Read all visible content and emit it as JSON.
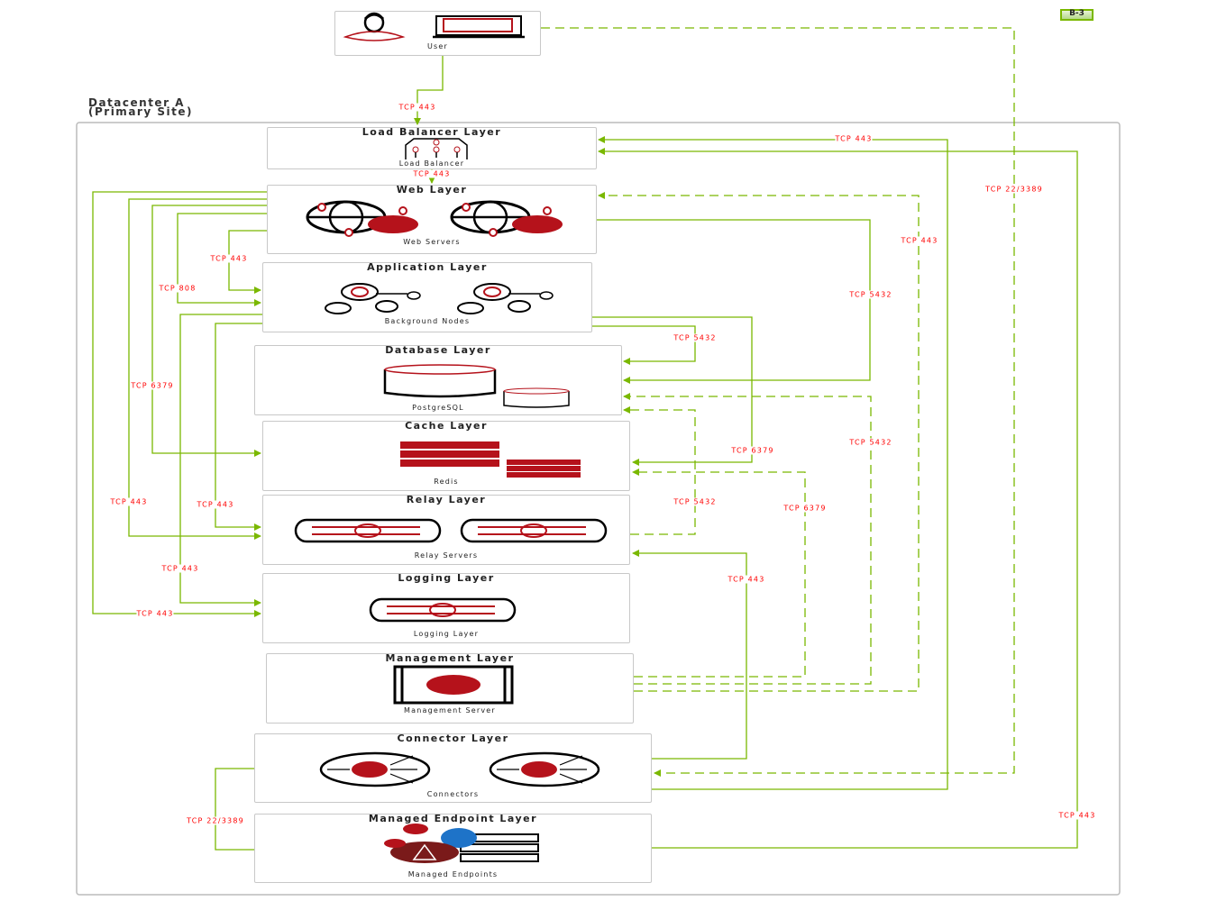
{
  "badge": "B-3",
  "user": {
    "caption": "User"
  },
  "datacenter": {
    "title_line1": "Datacenter A",
    "title_line2": "(Primary Site)"
  },
  "layers": {
    "load_balancer": {
      "title": "Load Balancer Layer",
      "caption": "Load Balancer"
    },
    "web": {
      "title": "Web Layer",
      "caption": "Web Servers"
    },
    "application": {
      "title": "Application Layer",
      "caption": "Background Nodes"
    },
    "database": {
      "title": "Database Layer",
      "caption": "PostgreSQL"
    },
    "cache": {
      "title": "Cache Layer",
      "caption": "Redis"
    },
    "relay": {
      "title": "Relay Layer",
      "caption": "Relay Servers"
    },
    "logging": {
      "title": "Logging Layer",
      "caption": "Logging Layer"
    },
    "management": {
      "title": "Management Layer",
      "caption": "Management Server"
    },
    "connector": {
      "title": "Connector Layer",
      "caption": "Connectors"
    },
    "endpoint": {
      "title": "Managed Endpoint Layer",
      "caption": "Managed Endpoints"
    }
  },
  "connections": [
    {
      "label": "TCP 443",
      "from": "User",
      "to": "Load Balancer Layer",
      "style": "solid"
    },
    {
      "label": "TCP 443",
      "from": "Load Balancer Layer",
      "to": "Web Layer",
      "style": "solid"
    },
    {
      "label": "TCP 443",
      "from": "Connector Layer",
      "to": "Load Balancer Layer",
      "style": "solid"
    },
    {
      "label": "TCP 22/3389",
      "from": "User",
      "to": "Connector Layer",
      "style": "dashed"
    },
    {
      "label": "TCP 443",
      "from": "Management Layer",
      "to": "Web Layer",
      "style": "dashed"
    },
    {
      "label": "TCP 443",
      "from": "Web Layer",
      "to": "Application Layer",
      "style": "solid"
    },
    {
      "label": "TCP 808",
      "from": "Web Layer",
      "to": "Application Layer",
      "style": "solid"
    },
    {
      "label": "TCP 5432",
      "from": "Web Layer",
      "to": "Database Layer",
      "style": "solid"
    },
    {
      "label": "TCP 5432",
      "from": "Application Layer",
      "to": "Database Layer",
      "style": "solid"
    },
    {
      "label": "TCP 6379",
      "from": "Web Layer",
      "to": "Cache Layer",
      "style": "solid"
    },
    {
      "label": "TCP 6379",
      "from": "Application Layer",
      "to": "Cache Layer",
      "style": "solid"
    },
    {
      "label": "TCP 5432",
      "from": "Management Layer",
      "to": "Database Layer",
      "style": "dashed"
    },
    {
      "label": "TCP 443",
      "from": "Web Layer",
      "to": "Relay Layer",
      "style": "solid"
    },
    {
      "label": "TCP 443",
      "from": "Application Layer",
      "to": "Relay Layer",
      "style": "solid"
    },
    {
      "label": "TCP 5432",
      "from": "Relay Layer",
      "to": "Database Layer",
      "style": "dashed"
    },
    {
      "label": "TCP 6379",
      "from": "Management Layer",
      "to": "Cache Layer",
      "style": "dashed"
    },
    {
      "label": "TCP 443",
      "from": "Application Layer",
      "to": "Logging Layer",
      "style": "solid"
    },
    {
      "label": "TCP 443",
      "from": "Connector Layer",
      "to": "Relay Layer",
      "style": "solid"
    },
    {
      "label": "TCP 443",
      "from": "Web Layer",
      "to": "Logging Layer",
      "style": "solid"
    },
    {
      "label": "TCP 22/3389",
      "from": "Connector Layer",
      "to": "Managed Endpoint Layer",
      "style": "solid"
    },
    {
      "label": "TCP 443",
      "from": "Managed Endpoint Layer",
      "to": "Load Balancer Layer",
      "style": "solid"
    }
  ],
  "colors": {
    "line": "#7ab800",
    "label": "#ff0000",
    "icon_accent": "#b5121b",
    "cloud": "#1e73c8"
  }
}
